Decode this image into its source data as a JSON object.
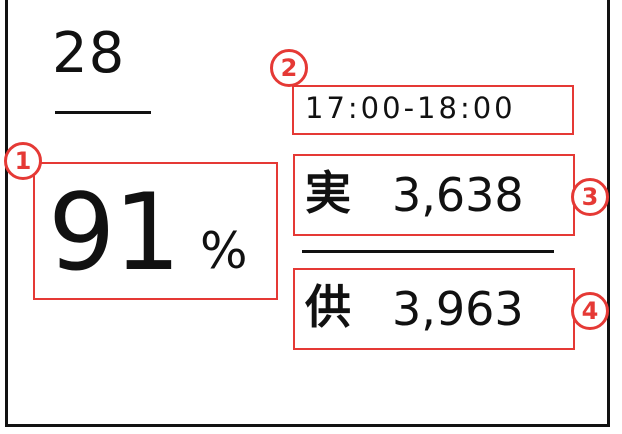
{
  "date": "28",
  "usage_percent": {
    "value": "91",
    "unit": "%"
  },
  "time_range": "17:00-18:00",
  "actual": {
    "label": "実",
    "value": "3,638"
  },
  "supply": {
    "label": "供",
    "value": "3,963"
  },
  "annotations": [
    "1",
    "2",
    "3",
    "4"
  ],
  "colors": {
    "annotation": "#e53935",
    "text": "#111111",
    "background": "#ffffff"
  }
}
